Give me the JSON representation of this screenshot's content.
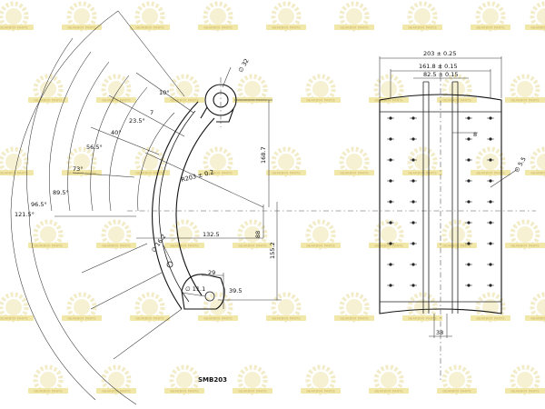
{
  "watermark": {
    "label": "GEARBOX PARTS"
  },
  "drawing": {
    "part_code": "SMB203",
    "side_view": {
      "angles": [
        "10°",
        "23.5°",
        "40°",
        "56.5°",
        "73°",
        "89.5°",
        "96.5°",
        "121.5°"
      ],
      "radius_label": "R203 ± 0.2",
      "hole_dia": "∅ 32",
      "dims": {
        "d168_7": "168.7",
        "d155_2": "155.2",
        "d132_5": "132.5",
        "d88": "88",
        "d29": "29",
        "d39_5": "39.5",
        "d11_1": "∅ 11.1",
        "d16_2": "∅ 16.2",
        "d7": "7"
      }
    },
    "front_view": {
      "w_overall": "203 ± 0.25",
      "w_rivet_outer": "161.8 ± 0.15",
      "w_rivet_inner": "82.5 ± 0.15",
      "web_width": "8",
      "rivet_dia": "∅ 5.5",
      "web_spacing": "38"
    }
  }
}
